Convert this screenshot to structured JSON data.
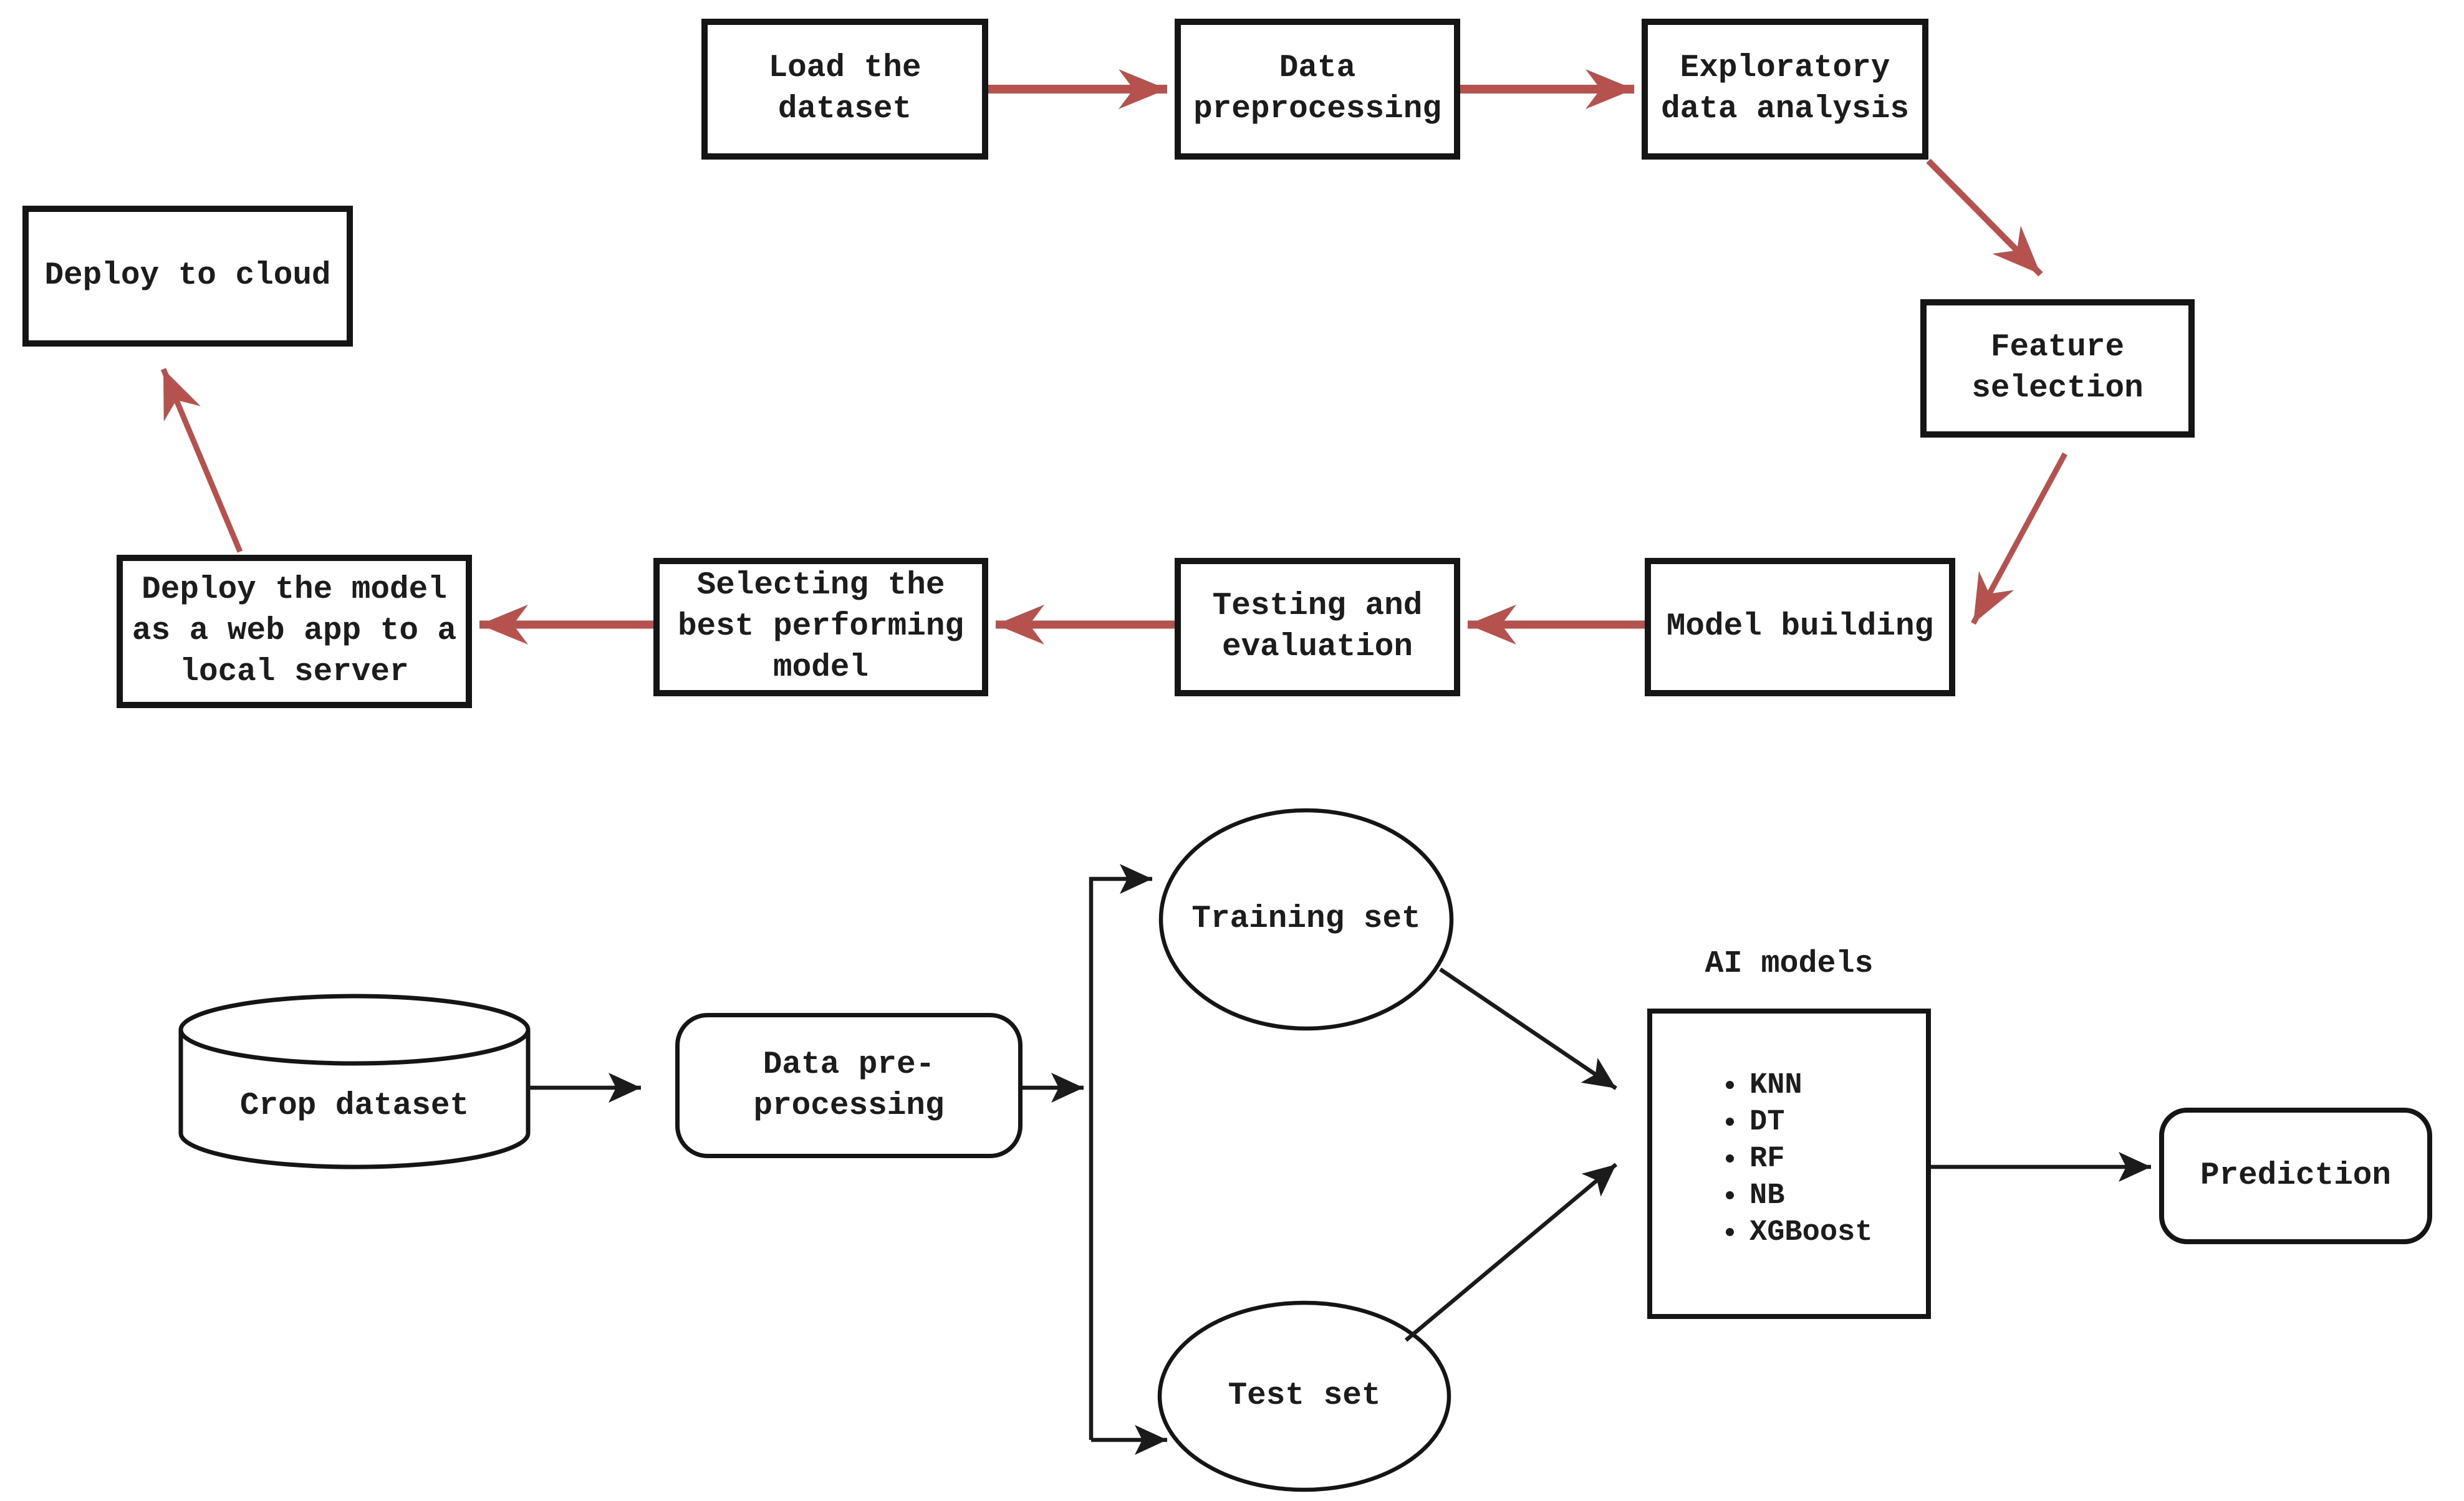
{
  "title": "Machine learning workflow and crop prediction data flow diagram",
  "colors": {
    "background": "#ffffff",
    "workflow_arrow": "#b5524e",
    "dataflow_arrow": "#1b1b1b",
    "node_border": "#151515",
    "text": "#1c1c1c"
  },
  "pipeline": {
    "nodes": [
      {
        "id": "load",
        "label": "Load the dataset"
      },
      {
        "id": "preprocess",
        "label": "Data preprocessing"
      },
      {
        "id": "eda",
        "label": "Exploratory data analysis"
      },
      {
        "id": "feature",
        "label": "Feature selection"
      },
      {
        "id": "model",
        "label": "Model building"
      },
      {
        "id": "testing",
        "label": "Testing and evaluation"
      },
      {
        "id": "select",
        "label": "Selecting the best performing model"
      },
      {
        "id": "deploy_local",
        "label": "Deploy the model as a web app to a local server"
      },
      {
        "id": "deploy_cloud",
        "label": "Deploy to cloud"
      }
    ],
    "edges": [
      {
        "from": "load",
        "to": "preprocess"
      },
      {
        "from": "preprocess",
        "to": "eda"
      },
      {
        "from": "eda",
        "to": "feature"
      },
      {
        "from": "feature",
        "to": "model"
      },
      {
        "from": "model",
        "to": "testing"
      },
      {
        "from": "testing",
        "to": "select"
      },
      {
        "from": "select",
        "to": "deploy_local"
      },
      {
        "from": "deploy_local",
        "to": "deploy_cloud"
      }
    ]
  },
  "dataflow": {
    "crop_dataset": {
      "label": "Crop dataset",
      "shape": "database-cylinder"
    },
    "preprocessing": {
      "label": "Data pre-processing",
      "shape": "rounded-rectangle"
    },
    "training_set": {
      "label": "Training set",
      "shape": "ellipse"
    },
    "test_set": {
      "label": "Test set",
      "shape": "ellipse"
    },
    "ai_models": {
      "title": "AI models",
      "items": [
        "KNN",
        "DT",
        "RF",
        "NB",
        "XGBoost"
      ],
      "shape": "rectangle"
    },
    "prediction": {
      "label": "Prediction",
      "shape": "rounded-rectangle"
    },
    "edges": [
      {
        "from": "crop_dataset",
        "to": "preprocessing"
      },
      {
        "from": "preprocessing",
        "to": "split"
      },
      {
        "from": "split",
        "to": "training_set"
      },
      {
        "from": "split",
        "to": "test_set"
      },
      {
        "from": "training_set",
        "to": "ai_models"
      },
      {
        "from": "test_set",
        "to": "ai_models"
      },
      {
        "from": "ai_models",
        "to": "prediction"
      }
    ]
  }
}
